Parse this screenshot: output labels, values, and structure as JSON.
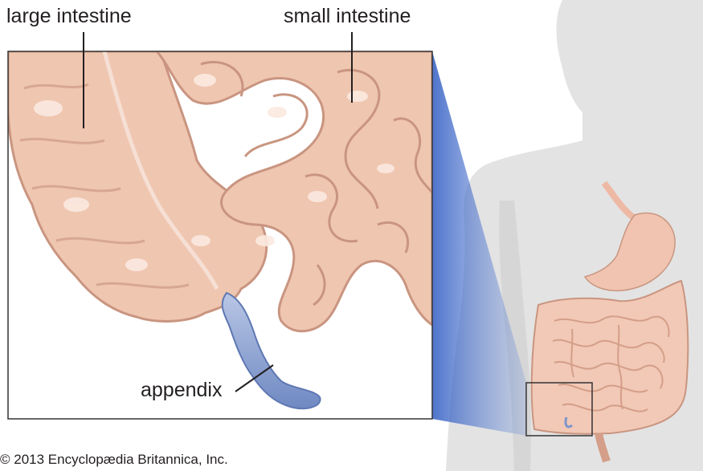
{
  "labels": {
    "large_intestine": "large intestine",
    "small_intestine": "small intestine",
    "appendix": "appendix"
  },
  "credit": "© 2013 Encyclopædia Britannica, Inc.",
  "colors": {
    "silhouette": "#e3e3e3",
    "intestine": "#efc6b0",
    "intestine_shadow": "#c99580",
    "appendix": "#7d95c9",
    "zoom_wedge": "#2f5bc2",
    "stomach": "#f0c4b0",
    "frame": "#333333"
  }
}
